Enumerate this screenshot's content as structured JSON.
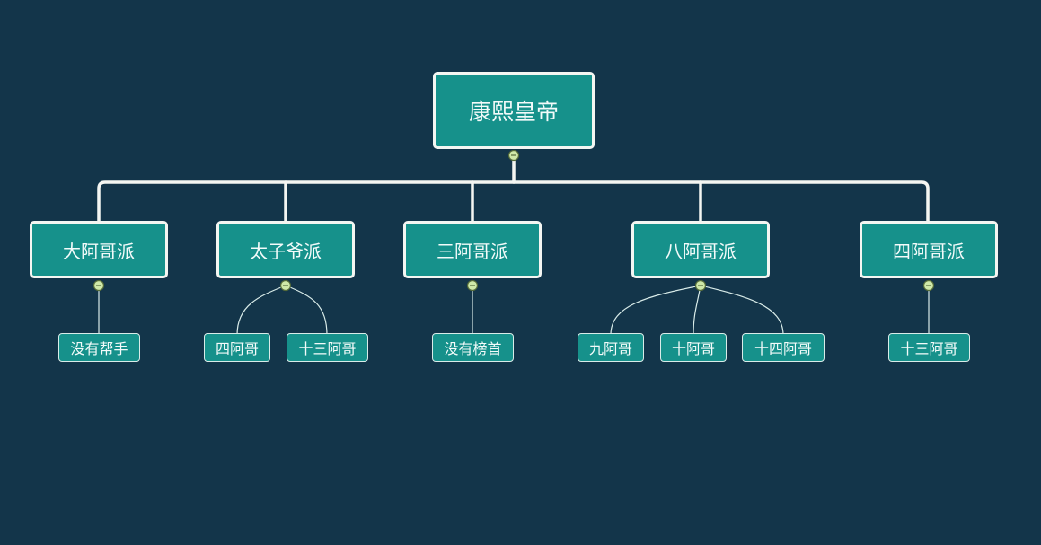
{
  "diagram": {
    "root": {
      "label": "康熙皇帝"
    },
    "branches": [
      {
        "label": "大阿哥派",
        "children": [
          "没有帮手"
        ]
      },
      {
        "label": "太子爷派",
        "children": [
          "四阿哥",
          "十三阿哥"
        ]
      },
      {
        "label": "三阿哥派",
        "children": [
          "没有榜首"
        ]
      },
      {
        "label": "八阿哥派",
        "children": [
          "九阿哥",
          "十阿哥",
          "十四阿哥"
        ]
      },
      {
        "label": "四阿哥派",
        "children": [
          "十三阿哥"
        ]
      }
    ]
  },
  "colors": {
    "background": "#13354a",
    "node_fill": "#16918b",
    "node_border": "#f4f6f2",
    "connector": "#f4f6f2",
    "leaf_connector": "#d9ece9",
    "collapse_marker_fill": "#cfe9a8"
  }
}
